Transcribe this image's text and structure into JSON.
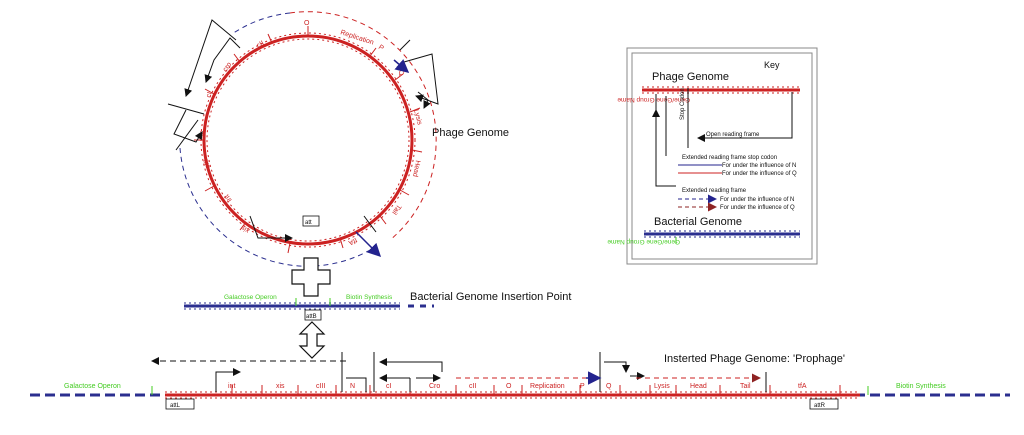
{
  "titles": {
    "phage_genome": "Phage Genome",
    "insertion_point": "Bacterial Genome Insertion Point",
    "prophage": "Insterted Phage Genome: 'Prophage'"
  },
  "circle_genes": [
    "O",
    "Replication",
    "P",
    "Q",
    "Lysis",
    "Head",
    "Tail",
    "tfA",
    "xis",
    "int",
    "att",
    "cIII",
    "N",
    "cI",
    "cro",
    "cII"
  ],
  "bacterial_genes": {
    "left": "Galactose Operon",
    "right": "Biotin Synthesis",
    "att": "attB"
  },
  "prophage_genes": [
    "int",
    "xis",
    "cIII",
    "N",
    "cI",
    "Cro",
    "cII",
    "O",
    "Replication",
    "P",
    "Q",
    "Lysis",
    "Head",
    "Tail",
    "tfA"
  ],
  "att_sites": {
    "left": "attL",
    "right": "attR"
  },
  "key": {
    "title": "Key",
    "phage_genome": "Phage Genome",
    "phage_gene_sample": "Gene/Gene Group Name",
    "stop_codon": "Stop Codon",
    "open_reading_frame": "Open reading frame",
    "ext_stop_codon": "Extended reading frame stop codon",
    "under_n": "For under the influence of N",
    "under_q": "For under the influence of Q",
    "ext_reading_frame": "Extended reading frame",
    "under_n_2": "For under the influence of N",
    "under_q_2": "For under the influence of Q",
    "bacterial_genome": "Bacterial Genome",
    "bact_gene_sample": "Gene/Gene Group Name"
  },
  "colors": {
    "phage": "#cc2222",
    "bacterial": "#2b2f8f",
    "bacterial_label": "#44cc22",
    "ink": "#111111",
    "arrow_n": "#23238e",
    "arrow_q": "#8e2323"
  }
}
